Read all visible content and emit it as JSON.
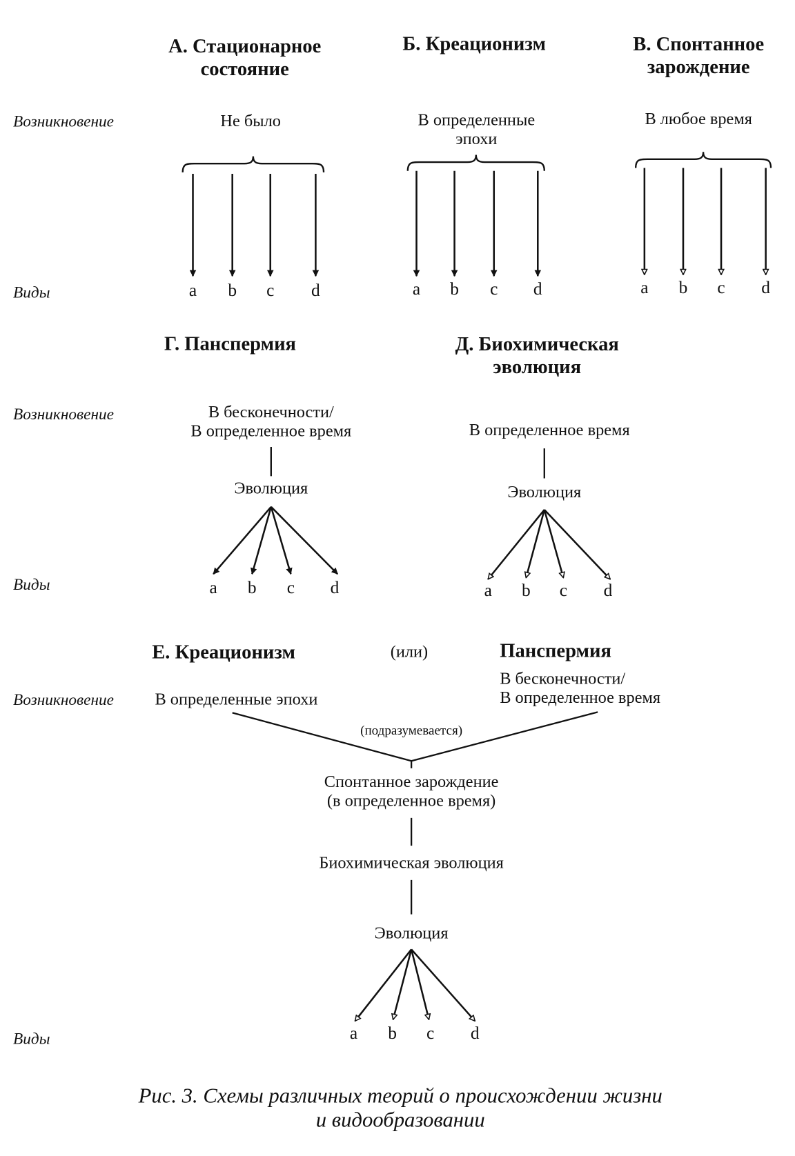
{
  "labels": {
    "origin": "Возникновение",
    "species": "Виды"
  },
  "species": [
    "a",
    "b",
    "c",
    "d"
  ],
  "schemes": {
    "a": {
      "title": [
        "А. Стационарное",
        "состояние"
      ],
      "origin": [
        "Не было"
      ]
    },
    "b": {
      "title": [
        "Б. Креационизм"
      ],
      "origin": [
        "В определенные",
        "эпохи"
      ]
    },
    "v": {
      "title": [
        "В. Спонтанное",
        "зарождение"
      ],
      "origin": [
        "В любое время"
      ]
    },
    "g": {
      "title": [
        "Г. Панспермия"
      ],
      "origin": [
        "В бесконечности/",
        "В определенное время"
      ],
      "step": "Эволюция"
    },
    "d": {
      "title": [
        "Д. Биохимическая",
        "эволюция"
      ],
      "origin": [
        "В определенное время"
      ],
      "step": "Эволюция"
    },
    "e": {
      "title": "Е. Креационизм",
      "or": "(или)",
      "alt_title": "Панспермия",
      "origin": "В определенные эпохи",
      "alt_origin": [
        "В бесконечности/",
        "В определенное время"
      ],
      "implied": "(подразумевается)",
      "spontaneous": [
        "Спонтанное зарождение",
        "(в определенное время)"
      ],
      "biochem": "Биохимическая эволюция",
      "step": "Эволюция"
    }
  },
  "caption": [
    "Рис. 3. Схемы различных теорий о происхождении жизни",
    "и видообразовании"
  ]
}
